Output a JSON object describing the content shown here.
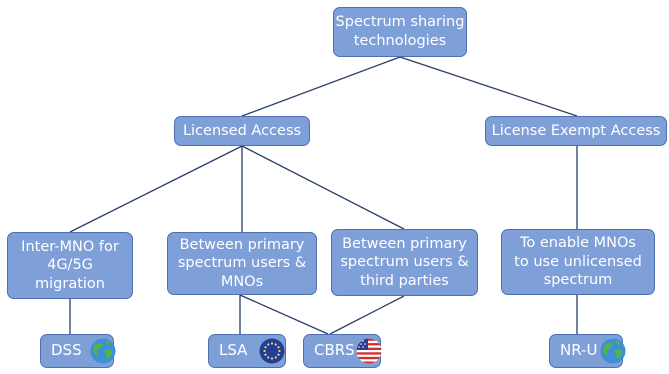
{
  "diagram": {
    "root": "Spectrum sharing\ntechnologies",
    "licensed": "Licensed Access",
    "exempt": "License Exempt Access",
    "inter_mno": "Inter-MNO for\n4G/5G\nmigration",
    "primary_mnos": "Between primary\nspectrum users &\nMNOs",
    "primary_third": "Between primary\nspectrum users &\nthird parties",
    "unlicensed": "To enable MNOs\nto use unlicensed\nspectrum",
    "dss": "DSS",
    "lsa": "LSA",
    "cbrs": "CBRS",
    "nru": "NR-U",
    "icons": {
      "dss": "globe-icon",
      "lsa": "eu-flag-icon",
      "cbrs": "us-flag-icon",
      "nru": "globe-icon"
    },
    "colors": {
      "node_fill": "#7f9fd9",
      "node_border": "#4f6fae",
      "edge": "#2b3e6b",
      "text": "#ffffff"
    }
  }
}
